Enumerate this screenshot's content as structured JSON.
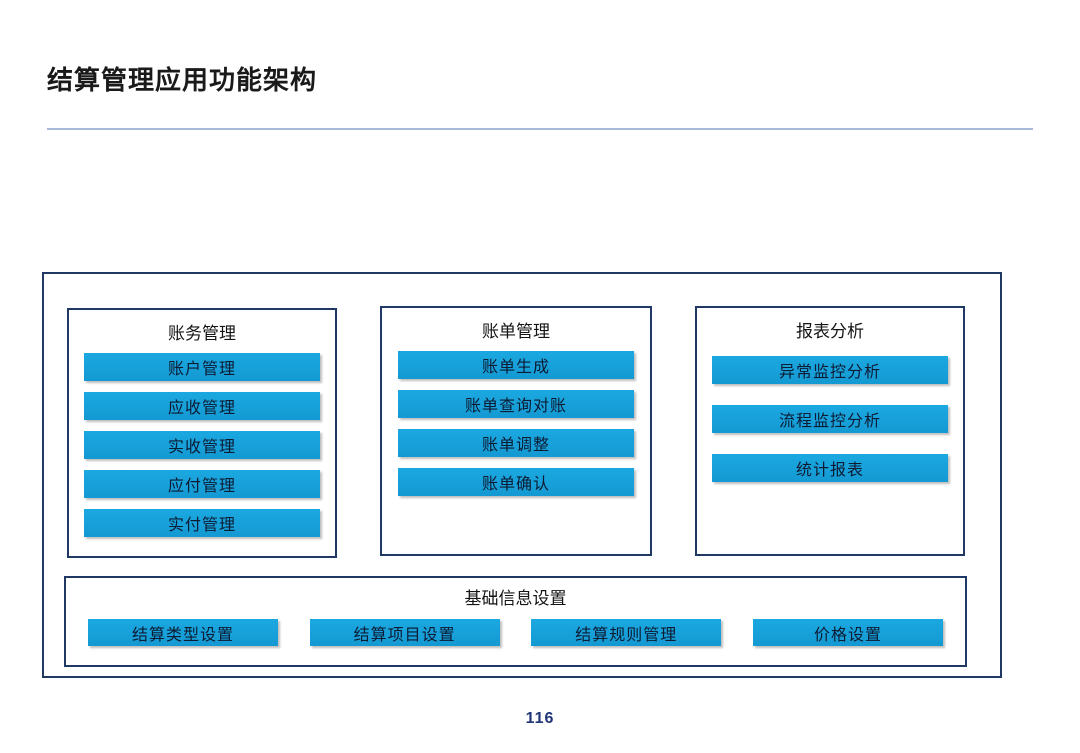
{
  "page": {
    "title": "结算管理应用功能架构",
    "page_number": "116"
  },
  "colors": {
    "bar_fill": "#17a0d9",
    "box_border": "#1f3864",
    "divider": "#a9bad8",
    "page_number_text": "#1f3577",
    "bar_text": "#0d1b33"
  },
  "architecture": {
    "groups": [
      {
        "title": "账务管理",
        "items": [
          "账户管理",
          "应收管理",
          "实收管理",
          "应付管理",
          "实付管理"
        ]
      },
      {
        "title": "账单管理",
        "items": [
          "账单生成",
          "账单查询对账",
          "账单调整",
          "账单确认"
        ]
      },
      {
        "title": "报表分析",
        "items": [
          "异常监控分析",
          "流程监控分析",
          "统计报表"
        ]
      }
    ],
    "base_group": {
      "title": "基础信息设置",
      "items": [
        "结算类型设置",
        "结算项目设置",
        "结算规则管理",
        "价格设置"
      ]
    }
  }
}
